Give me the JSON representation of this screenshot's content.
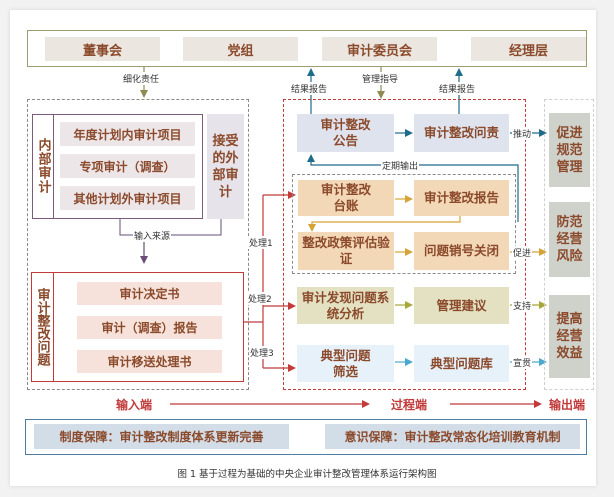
{
  "org": {
    "items": [
      {
        "label": "董事会"
      },
      {
        "label": "党组"
      },
      {
        "label": "审计委员会"
      },
      {
        "label": "经理层"
      }
    ],
    "labels": {
      "refine": "细化责任",
      "result_report_left": "结果报告",
      "guidance": "管理指导",
      "result_report_right": "结果报告"
    }
  },
  "input": {
    "internal_audit_label": "内部审计",
    "internal_items": [
      {
        "label": "年度计划内审计项目"
      },
      {
        "label": "专项审计（调查）"
      },
      {
        "label": "其他计划外审计项目"
      }
    ],
    "external_audit": "接受的外部审计",
    "source_label": "输入来源",
    "issues_label": "审计整改问题",
    "issue_items": [
      {
        "label": "审计决定书"
      },
      {
        "label": "审计（调查）报告"
      },
      {
        "label": "审计移送处理书"
      }
    ],
    "process_labels": [
      "处理1",
      "处理2",
      "处理3"
    ]
  },
  "process": {
    "announce": "审计整改公告",
    "accountability": "审计整改问责",
    "periodic_output": "定期输出",
    "ledger": "审计整改台账",
    "report": "审计整改报告",
    "policy_eval": "整改政策评估验证",
    "close": "问题销号关闭",
    "analysis": "审计发现问题系统分析",
    "advice": "管理建议",
    "screen": "典型问题筛选",
    "library": "典型问题库",
    "edge_labels": {
      "drive": "推动",
      "promote": "促进",
      "support": "支持",
      "implement": "宣贯"
    }
  },
  "output": {
    "items": [
      {
        "label": "促进规范管理"
      },
      {
        "label": "防范经营风险"
      },
      {
        "label": "提高经营效益"
      }
    ]
  },
  "stages": {
    "input": "输入端",
    "process": "过程端",
    "output": "输出端"
  },
  "guarantees": {
    "system": "制度保障：审计整改制度体系更新完善",
    "awareness": "意识保障：审计整改常态化培训教育机制"
  },
  "caption": "图 1 基于过程为基础的中央企业审计整改管理体系运行架构图",
  "colors": {
    "red": "#c23a3a",
    "teal": "#1f6b8a",
    "gold": "#d4a437",
    "olive": "#a6a83a",
    "sky": "#4aa8d0",
    "olive_arrow": "#8e8a52",
    "purple": "#6a4c78",
    "text_brown": "#8b4a2b"
  }
}
